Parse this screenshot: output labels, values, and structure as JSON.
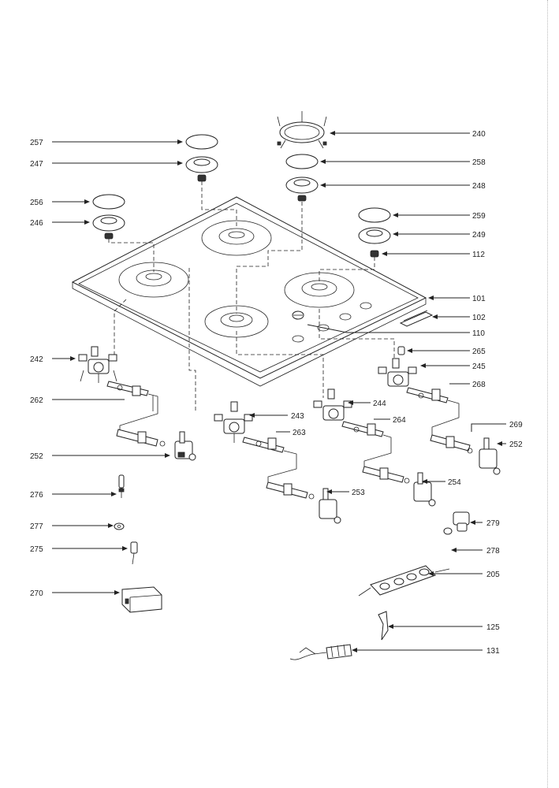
{
  "labels": {
    "l257": "257",
    "l247": "247",
    "l256": "256",
    "l246": "246",
    "l240": "240",
    "l258": "258",
    "l248": "248",
    "l259": "259",
    "l249": "249",
    "l112": "112",
    "l101": "101",
    "l102": "102",
    "l110": "110",
    "l265": "265",
    "l245": "245",
    "l268": "268",
    "l242": "242",
    "l262": "262",
    "l243": "243",
    "l244": "244",
    "l263": "263",
    "l264": "264",
    "l269": "269",
    "l252a": "252",
    "l252b": "252",
    "l254": "254",
    "l253": "253",
    "l276": "276",
    "l277": "277",
    "l275": "275",
    "l279": "279",
    "l278": "278",
    "l270": "270",
    "l205": "205",
    "l125": "125",
    "l131": "131"
  }
}
